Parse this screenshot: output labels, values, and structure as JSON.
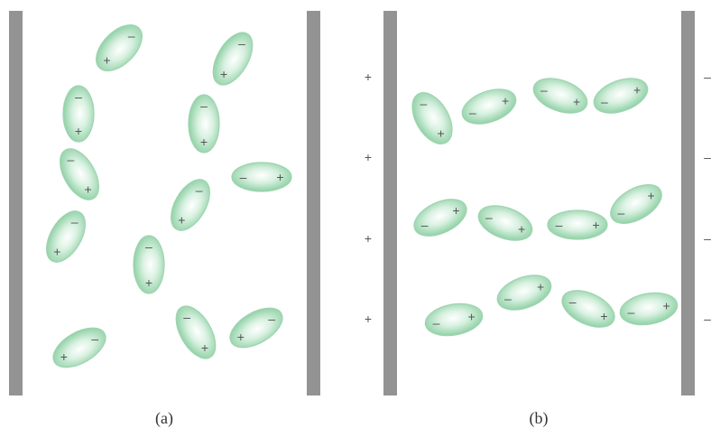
{
  "panels": [
    {
      "id": "a",
      "caption": "(a)"
    },
    {
      "id": "b",
      "caption": "(b)",
      "left_plate_sign": "+",
      "right_plate_sign": "–"
    }
  ],
  "dipole_signs": {
    "positive": "+",
    "negative": "–"
  },
  "colors": {
    "plate": "#939393",
    "dipole_fill": "#8fd1a5",
    "dipole_highlight": "#ffffff",
    "sign": "#555555"
  }
}
